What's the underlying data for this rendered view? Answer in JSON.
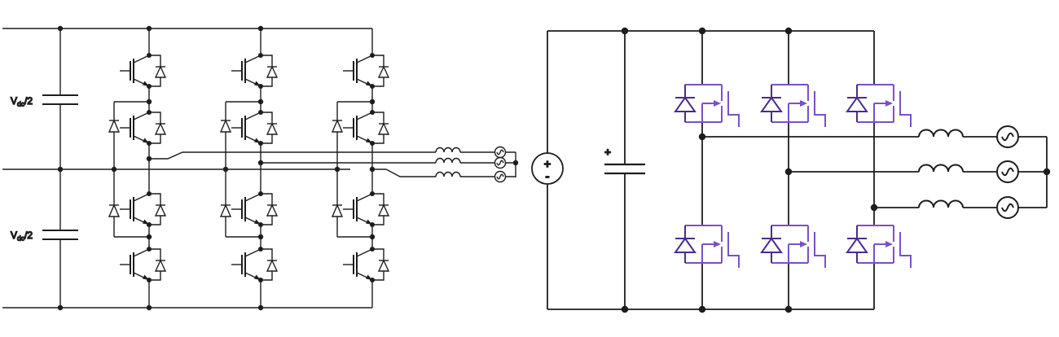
{
  "colors": {
    "wire": "#1d1d1d",
    "mosfet": "#7b50c6",
    "mosfet_diode": "#4a2c8c"
  },
  "left_inverter": {
    "upper_cap_label": {
      "symbol": "V",
      "subscript": "dc",
      "fraction": "/2"
    },
    "lower_cap_label": {
      "symbol": "V",
      "subscript": "dc",
      "fraction": "/2"
    }
  },
  "right_inverter": {
    "dc_source_plus": "+",
    "dc_source_minus": "-",
    "capacitor_plus": "+"
  }
}
